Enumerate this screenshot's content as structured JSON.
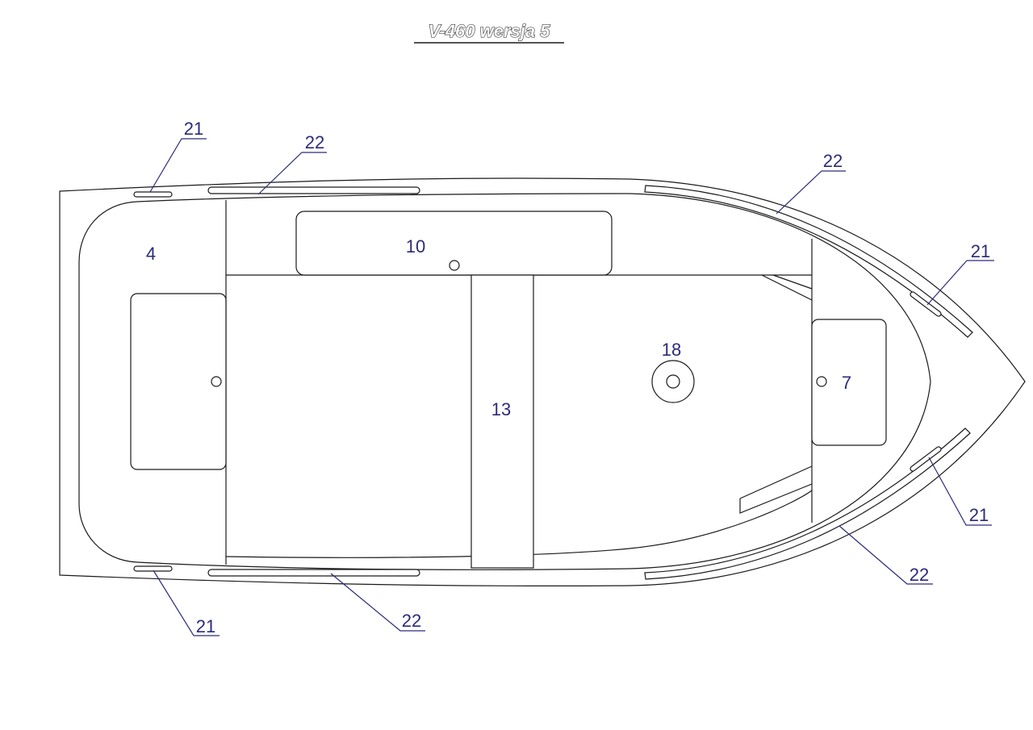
{
  "title": "V-460 wersja 5",
  "parts": {
    "stern_seat": "4",
    "bow_seat": "7",
    "side_locker": "10",
    "middle_bench": "13",
    "drain_plug": "18"
  },
  "callouts": {
    "c21_top_left": "21",
    "c22_top_left": "22",
    "c22_top_right": "22",
    "c21_right_upper": "21",
    "c21_right_lower": "21",
    "c22_bottom_right": "22",
    "c22_bottom_left": "22",
    "c21_bottom_left": "21"
  },
  "colors": {
    "outline": "#1a1a1a",
    "label": "#2b2b7a",
    "background": "#ffffff"
  }
}
